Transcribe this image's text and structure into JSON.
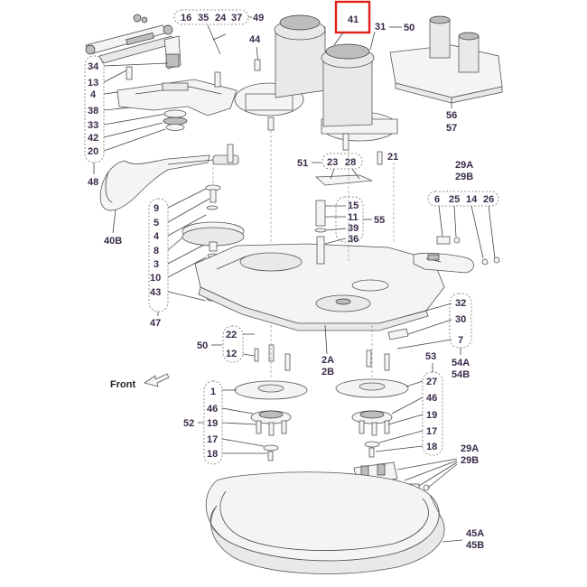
{
  "labels": {
    "p16": "16",
    "p35": "35",
    "p24": "24",
    "p37": "37",
    "p49": "49",
    "p44": "44",
    "p41": "41",
    "p31": "31",
    "p50a": "50",
    "p34": "34",
    "p13": "13",
    "p4a": "4",
    "p38": "38",
    "p33": "33",
    "p42": "42",
    "p20": "20",
    "p48": "48",
    "p56": "56",
    "p57": "57",
    "p51": "51",
    "p23": "23",
    "p28": "28",
    "p21": "21",
    "p29Aa": "29A",
    "p29Ba": "29B",
    "p6": "6",
    "p25": "25",
    "p14": "14",
    "p26": "26",
    "p9": "9",
    "p5": "5",
    "p4b": "4",
    "p8": "8",
    "p3": "3",
    "p10": "10",
    "p43": "43",
    "p47": "47",
    "p40B": "40B",
    "p15": "15",
    "p11": "11",
    "p39": "39",
    "p36": "36",
    "p55": "55",
    "p32": "32",
    "p30": "30",
    "p7": "7",
    "p54A": "54A",
    "p54B": "54B",
    "p22": "22",
    "p12": "12",
    "p50b": "50",
    "p2A": "2A",
    "p2B": "2B",
    "p1": "1",
    "p46a": "46",
    "p19a": "19",
    "p17a": "17",
    "p18a": "18",
    "p52": "52",
    "p53": "53",
    "p27": "27",
    "p46b": "46",
    "p19b": "19",
    "p17b": "17",
    "p18b": "18",
    "p29Ab": "29A",
    "p29Bb": "29B",
    "p45A": "45A",
    "p45B": "45B"
  },
  "front_label": "Front",
  "highlight": {
    "part": "41",
    "color": "#e0201a"
  }
}
